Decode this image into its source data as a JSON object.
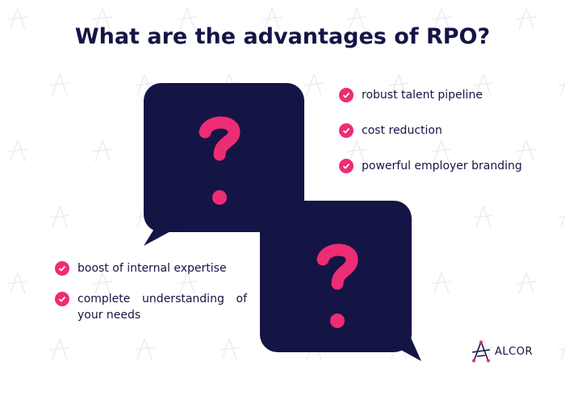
{
  "title": "What are the advantages of RPO?",
  "brand": {
    "name": "ALCOR",
    "navy": "#141545",
    "accent": "#ee2c73"
  },
  "bubble_icon": "question-mark",
  "advantages_right": [
    {
      "text": "robust talent pipeline",
      "icon": "check-circle-icon"
    },
    {
      "text": "cost reduction",
      "icon": "check-circle-icon"
    },
    {
      "text": "powerful employer branding",
      "icon": "check-circle-icon"
    }
  ],
  "advantages_left": [
    {
      "text": "boost of internal expertise",
      "icon": "check-circle-icon"
    },
    {
      "text": "complete understanding of your needs",
      "icon": "check-circle-icon"
    }
  ]
}
